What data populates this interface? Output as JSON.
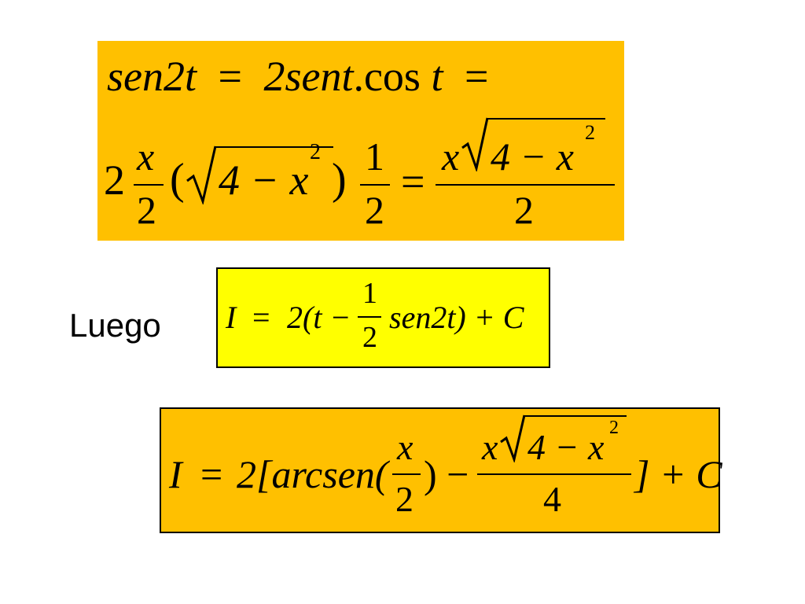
{
  "box1": {
    "line1": {
      "lhs": "sen2t",
      "eq1": "=",
      "rhs_a": "2sent",
      "dot": ".",
      "cos": "cos",
      "t": "t",
      "eq2": "="
    },
    "line2": {
      "coef": "2",
      "frac1_num": "x",
      "frac1_den": "2",
      "lparen": "(",
      "rad_body": "4 − x",
      "exp": "2",
      "rparen": ")",
      "frac2_num": "1",
      "frac2_den": "2",
      "eq": "=",
      "frac3_num_x": "x",
      "frac3_num_rad": "4 − x",
      "frac3_num_exp": "2",
      "frac3_den": "2"
    }
  },
  "label_luego": "Luego",
  "box2": {
    "lhs": "I",
    "eq": "=",
    "pre": "2(t −",
    "frac_num": "1",
    "frac_den": "2",
    "post": "sen2t) + C"
  },
  "box3": {
    "lhs": "I",
    "eq": "=",
    "pre": "2[arcsen(",
    "frac1_num": "x",
    "frac1_den": "2",
    "mid": ") −",
    "frac2_num_x": "x",
    "frac2_num_rad": "4 − x",
    "frac2_num_exp": "2",
    "frac2_den": "4",
    "post": "] + C"
  },
  "colors": {
    "orange": "#FFC000",
    "yellow": "#FFFF00"
  }
}
